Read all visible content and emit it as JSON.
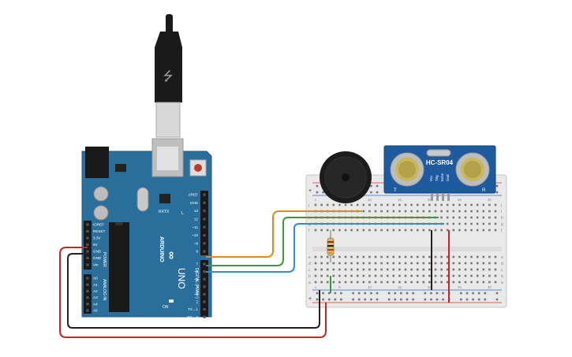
{
  "arduino": {
    "logo_text": "ARDUINO",
    "model": "UNO",
    "tx_label": "TX",
    "rx_label": "RX",
    "l_label": "L",
    "on_label": "ON",
    "digital_label": "DIGITAL (PWM~)",
    "power_label": "POWER",
    "analog_label": "ANALOG IN",
    "power_pins": [
      "IOREF",
      "RESET",
      "3.3V",
      "5V",
      "GND",
      "GND",
      "Vin"
    ],
    "analog_pins": [
      "A0",
      "A1",
      "A2",
      "A3",
      "A4",
      "A5"
    ],
    "digital_top": [
      "AREF",
      "GND",
      "13",
      "12",
      "~11",
      "~10",
      "~9",
      "8"
    ],
    "digital_bottom": [
      "7",
      "~6",
      "~5",
      "4",
      "~3",
      "2",
      "TX→1",
      "RX←0"
    ]
  },
  "sensor": {
    "name": "HC-SR04",
    "pins": [
      "Vcc",
      "Trig",
      "Echo",
      "Gnd"
    ],
    "left_mark": "T",
    "right_mark": "R"
  },
  "breadboard": {
    "row_letters_top": [
      "j",
      "i",
      "h",
      "g",
      "f"
    ],
    "row_letters_bottom": [
      "e",
      "d",
      "c",
      "b",
      "a"
    ],
    "column_numbers": [
      "1",
      "5",
      "10",
      "15",
      "20",
      "25",
      "30"
    ]
  },
  "colors": {
    "board": "#2a6f9b",
    "board_edge": "#1f5a80",
    "wire_orange": "#e8871e",
    "wire_green": "#3a9b3a",
    "wire_blue": "#2b8fd6",
    "wire_red": "#cc2222",
    "wire_black": "#222222",
    "sensor_blue": "#1d5a9e",
    "breadboard": "#eeeeee"
  }
}
